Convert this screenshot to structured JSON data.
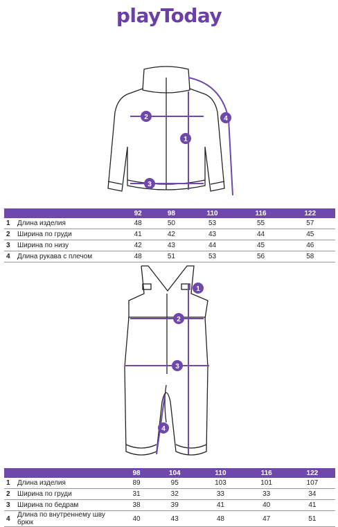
{
  "brand": {
    "logo": "playToday",
    "color": "#6e48aa"
  },
  "jacket": {
    "markers": [
      "1",
      "2",
      "3",
      "4"
    ],
    "sizes": [
      "92",
      "98",
      "110",
      "116",
      "122"
    ],
    "rows": [
      {
        "n": "1",
        "label": "Длина изделия",
        "values": [
          "48",
          "50",
          "53",
          "55",
          "57"
        ]
      },
      {
        "n": "2",
        "label": "Ширина по груди",
        "values": [
          "41",
          "42",
          "43",
          "44",
          "45"
        ]
      },
      {
        "n": "3",
        "label": "Ширина по низу",
        "values": [
          "42",
          "43",
          "44",
          "45",
          "46"
        ]
      },
      {
        "n": "4",
        "label": "Длина рукава с плечом",
        "values": [
          "48",
          "51",
          "53",
          "56",
          "58"
        ]
      }
    ]
  },
  "pants": {
    "markers": [
      "1",
      "2",
      "3",
      "4"
    ],
    "sizes": [
      "98",
      "104",
      "110",
      "116",
      "122"
    ],
    "rows": [
      {
        "n": "1",
        "label": "Длина изделия",
        "values": [
          "89",
          "95",
          "103",
          "101",
          "107"
        ]
      },
      {
        "n": "2",
        "label": "Ширина по груди",
        "values": [
          "31",
          "32",
          "33",
          "33",
          "34"
        ]
      },
      {
        "n": "3",
        "label": "Ширина по бедрам",
        "values": [
          "38",
          "39",
          "41",
          "40",
          "41"
        ]
      },
      {
        "n": "4",
        "label": "Длина по внутреннему шву брюк",
        "values": [
          "40",
          "43",
          "48",
          "47",
          "51"
        ]
      }
    ]
  }
}
